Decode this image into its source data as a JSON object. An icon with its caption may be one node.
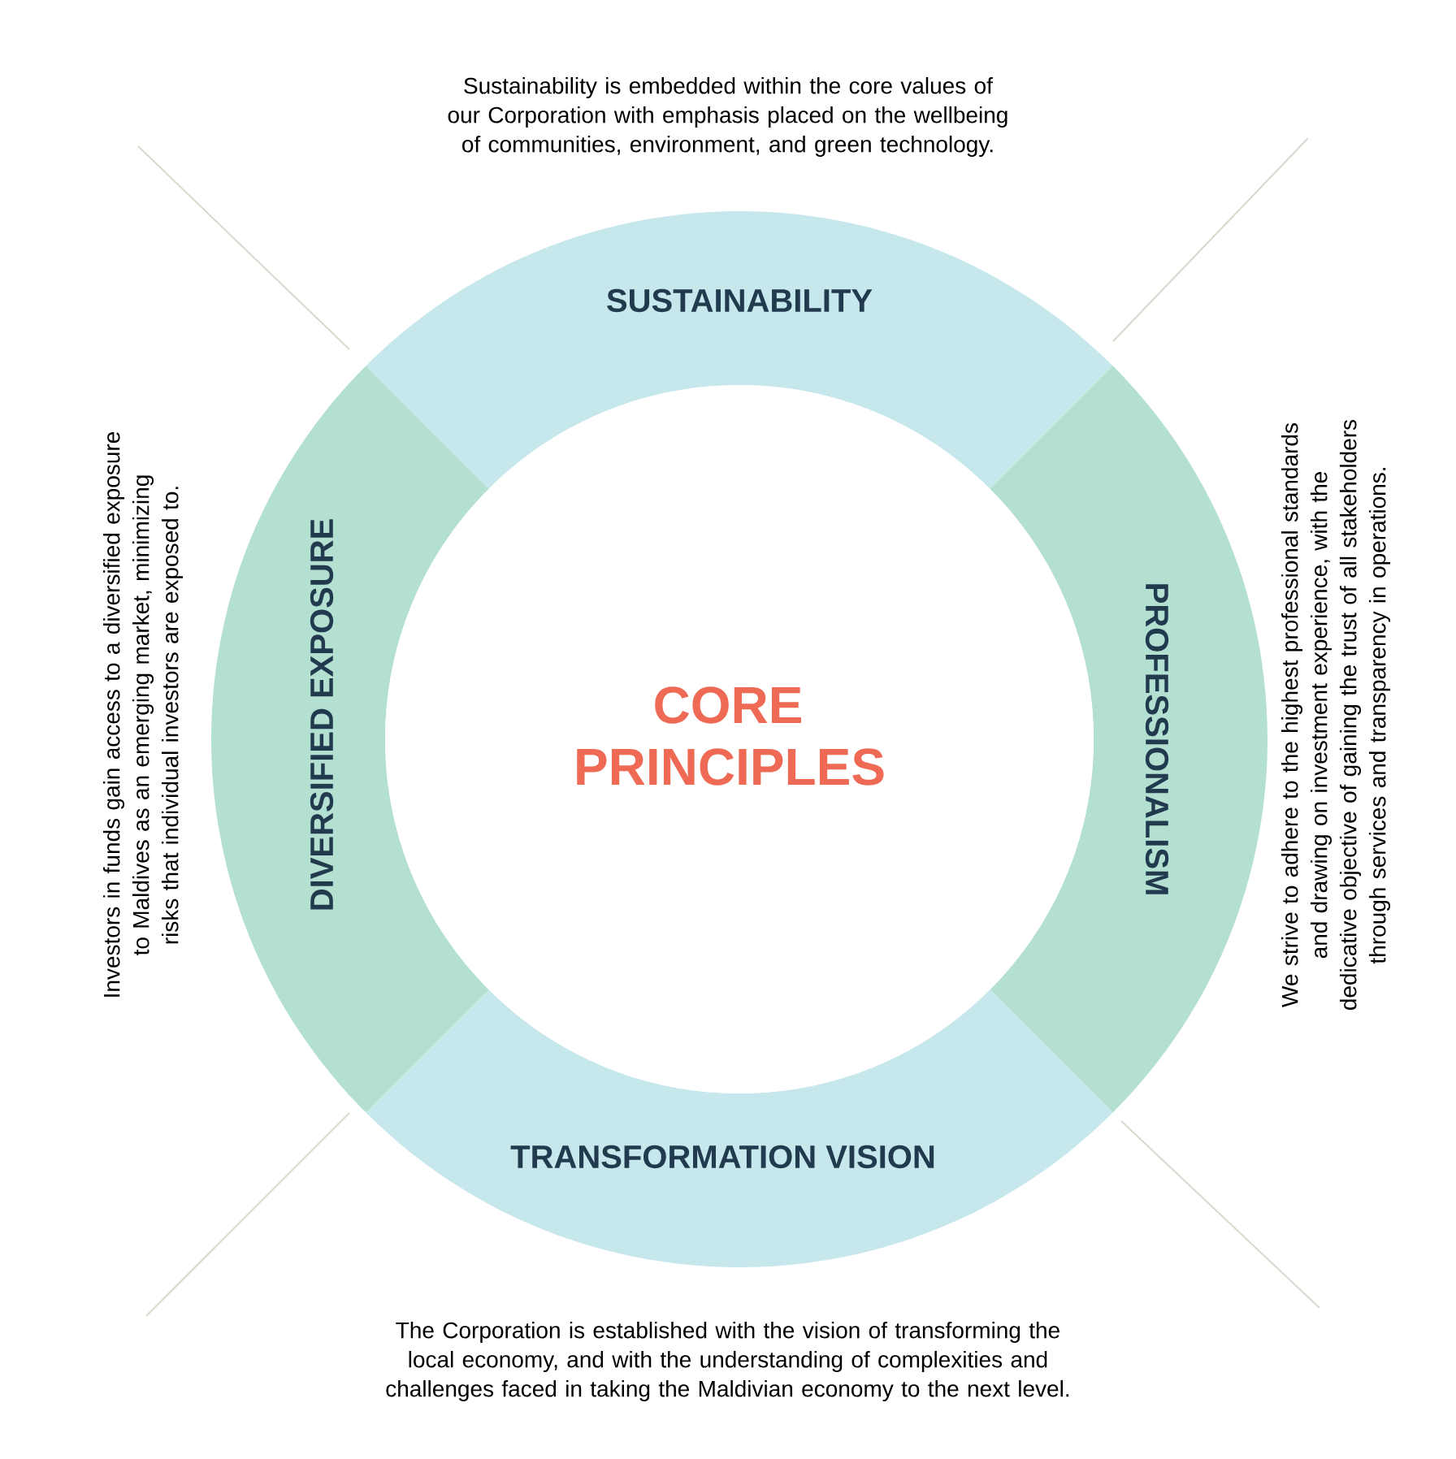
{
  "diagram": {
    "nodes": [
      {
        "text": [
          "CORE PRINCIPLES"
        ]
      },
      {
        "text": [
          "SUSTAINABILITY"
        ]
      },
      {
        "text": [
          "PROFESSIONALISM"
        ]
      },
      {
        "text": [
          "TRANSFORMATION VISION"
        ]
      },
      {
        "text": [
          "DIVERSIFIED EXPOSURE"
        ]
      }
    ],
    "labels": [
      "Sustainability is embedded within the core values of our Corporation with emphasis placed on the wellbeing of communities, environment, and green technology.",
      "Investors in funds gain access to a diversified exposure to Maldives as an emerging market, minimizing risks that individual investors are exposed to.",
      "We strive to adhere to the highest professional standards and drawing on investment experience, with the dedicative objective of gaining the trust of all stakeholders through services and transparency in operations.",
      "The Corporation is established with the vision of transforming the local economy, and with the understanding of complexities and challenges faced in taking the Maldivian economy to the next level."
    ]
  }
}
